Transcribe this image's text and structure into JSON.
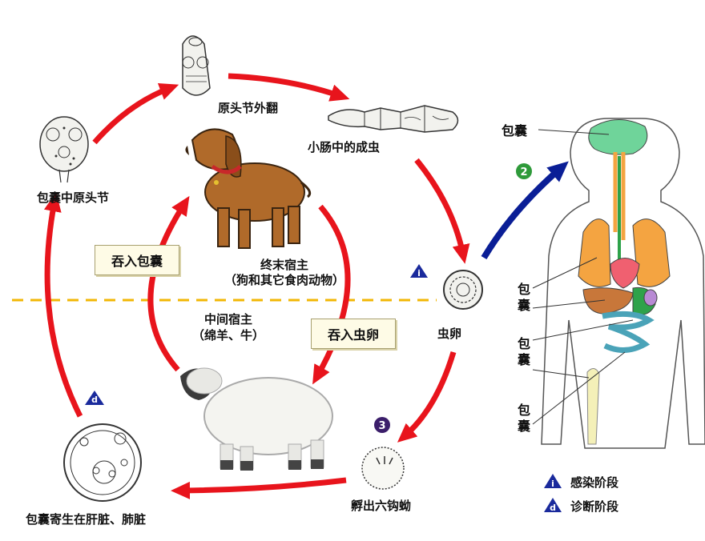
{
  "labels": {
    "protoscolex_evaginated": "原头节外翻",
    "adult_in_intestine": "小肠中的成虫",
    "protoscolex_in_cyst": "包囊中原头节",
    "definitive_host": "终末宿主",
    "definitive_host_note": "（狗和其它食肉动物）",
    "intermediate_host": "中间宿主",
    "intermediate_host_note": "（绵羊、牛）",
    "egg": "虫卵",
    "oncosphere_hatched": "孵出六钩蚴",
    "cyst_in_liver_lung": "包囊寄生在肝脏、肺脏",
    "human_cyst_brain": "包囊",
    "human_cyst_lung_a": "包",
    "human_cyst_lung_b": "囊",
    "human_cyst_liver_a": "包",
    "human_cyst_liver_b": "囊",
    "human_cyst_bone_a": "包",
    "human_cyst_bone_b": "囊"
  },
  "boxes": {
    "ingest_cyst": "吞入包囊",
    "ingest_egg": "吞入虫卵"
  },
  "badges": {
    "infective_stage": "i",
    "diagnostic_stage": "d",
    "step_2": "2",
    "step_3": "3"
  },
  "legend": {
    "infective_label": "感染阶段",
    "diagnostic_label": "诊断阶段"
  },
  "colors": {
    "cycle_arrow": "#e8141c",
    "human_arrow": "#0a1e96",
    "dashed_line": "#f2b705",
    "badge_blue": "#1a2a9c",
    "badge_green": "#2e9a3a",
    "badge_purple": "#3b1e6a",
    "dog_fur": "#b06a2a",
    "lungs": "#f4a441",
    "brain": "#6fd49a",
    "liver": "#c8773a",
    "intestine": "#4aa3b8",
    "stomach": "#2ea24a",
    "heart": "#f06070",
    "bone": "#f4f0b8"
  }
}
